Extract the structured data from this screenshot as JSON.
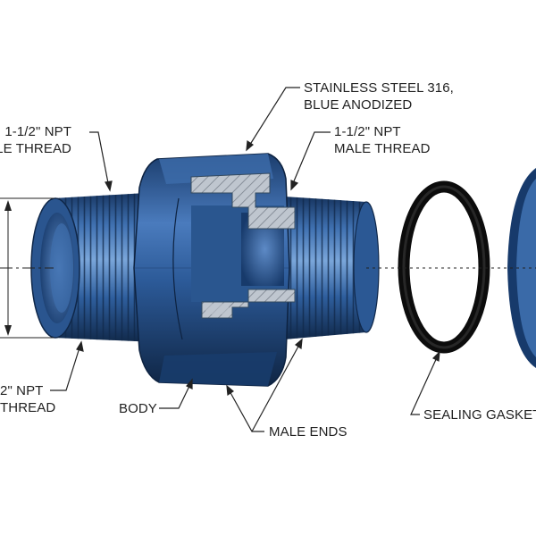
{
  "labels": {
    "material": [
      "STAINLESS STEEL 316,",
      "BLUE ANODIZED"
    ],
    "thread_left_top": [
      "1-1/2\" NPT",
      "LE THREAD"
    ],
    "thread_right_top": [
      "1-1/2\" NPT",
      "MALE THREAD"
    ],
    "thread_left_bottom": [
      "2\" NPT",
      "THREAD"
    ],
    "body": "BODY",
    "male_ends": "MALE ENDS",
    "gasket": "SEALING GASKET"
  },
  "colors": {
    "steel_blue": "#2f5f9e",
    "steel_dark": "#173a6b",
    "steel_light": "#6f9ad0",
    "gasket": "#111111",
    "hatch": "#a8b0ba",
    "leader": "#222222"
  }
}
